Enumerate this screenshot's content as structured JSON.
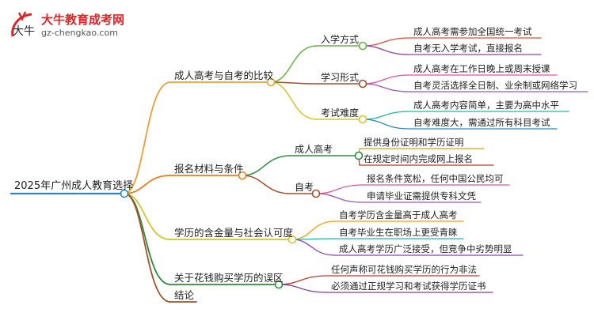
{
  "logo": {
    "site_name": "大牛教育成考网",
    "url": "gz-chengkao.com",
    "mark_text": "大牛"
  },
  "root": {
    "label": "2025年广州成人教育选择"
  },
  "branches": [
    {
      "label": "成人高考与自考的比较",
      "color": "#e8a13a",
      "children": [
        {
          "label": "入学方式",
          "color": "#6ab04c",
          "children": [
            {
              "label": "成人高考需参加全国统一考试",
              "color": "#e74c3c"
            },
            {
              "label": "自考无入学考试，直接报名",
              "color": "#8e44ad"
            }
          ]
        },
        {
          "label": "学习形式",
          "color": "#a0522d",
          "children": [
            {
              "label": "成人高考在工作日晚上或周末授课",
              "color": "#e056a0"
            },
            {
              "label": "自考灵活选择全日制、业余制或网络学习",
              "color": "#9b59b6"
            }
          ]
        },
        {
          "label": "考试难度",
          "color": "#d4c431",
          "children": [
            {
              "label": "成人高考内容简单，主要为高中水平",
              "color": "#1abc9c"
            },
            {
              "label": "自考难度大，需通过所有科目考试",
              "color": "#2e86c1"
            }
          ]
        }
      ]
    },
    {
      "label": "报名材料与条件",
      "color": "#e67e22",
      "children": [
        {
          "label": "成人高考",
          "color": "#2e8b3d",
          "children": [
            {
              "label": "提供身份证明和学历证明",
              "color": "#d4a017"
            },
            {
              "label": "在规定时间内完成网上报名",
              "color": "#c0392b"
            }
          ]
        },
        {
          "label": "自考",
          "color": "#a0522d",
          "children": [
            {
              "label": "报名条件宽松，任何中国公民均可",
              "color": "#e056a0"
            },
            {
              "label": "申请毕业证需提供专科文凭",
              "color": "#9b59b6"
            }
          ]
        }
      ]
    },
    {
      "label": "学历的含金量与社会认可度",
      "color": "#d4c431",
      "children": [
        {
          "label": "自考学历含金量高于成人高考",
          "color": "#f39c12"
        },
        {
          "label": "自考毕业生在职场上更受青睐",
          "color": "#1abc9c"
        },
        {
          "label": "成人高考学历广泛接受，但竞争中劣势明显",
          "color": "#8e44ad"
        }
      ]
    },
    {
      "label": "关于花钱购买学历的误区",
      "color": "#2e8b3d",
      "children": [
        {
          "label": "任何声称可花钱购买学历的行为非法",
          "color": "#c0392b"
        },
        {
          "label": "必须通过正规学习和考试获得学历证书",
          "color": "#7d3c98"
        }
      ]
    },
    {
      "label": "结论",
      "color": "#a0522d",
      "children": []
    }
  ]
}
